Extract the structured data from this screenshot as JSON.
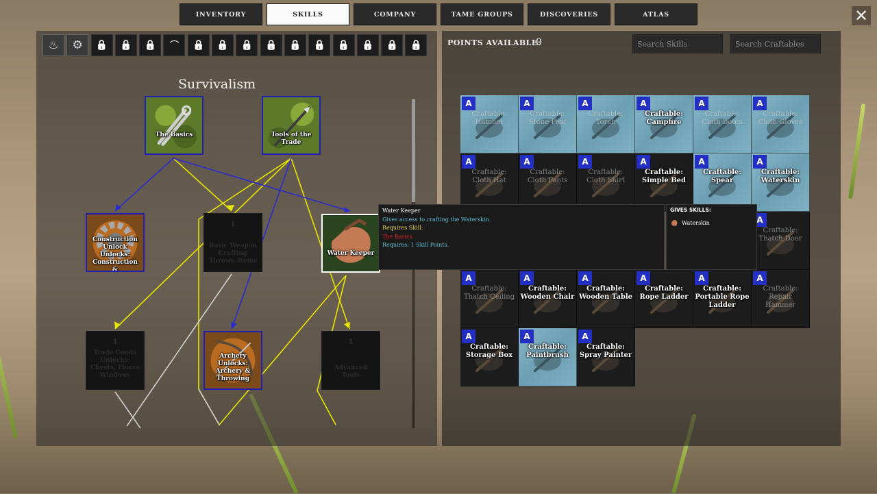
{
  "tabs": [
    {
      "label": "Inventory",
      "active": false
    },
    {
      "label": "Skills",
      "active": true
    },
    {
      "label": "Company",
      "active": false
    },
    {
      "label": "Tame Groups",
      "active": false
    },
    {
      "label": "Discoveries",
      "active": false
    },
    {
      "label": "Atlas",
      "active": false
    }
  ],
  "close_label": "✕",
  "categories": [
    {
      "icon": "campfire-icon",
      "glyph": "♨",
      "state": "active"
    },
    {
      "icon": "gear-skill-icon",
      "glyph": "⚙",
      "state": "active"
    },
    {
      "icon": "lock-icon",
      "glyph": "🔒",
      "state": "locked"
    },
    {
      "icon": "lock-icon",
      "glyph": "🔒",
      "state": "locked"
    },
    {
      "icon": "lock-icon",
      "glyph": "🔒",
      "state": "locked"
    },
    {
      "icon": "bow-icon",
      "glyph": "⌒",
      "state": "locked"
    },
    {
      "icon": "lock-icon",
      "glyph": "🔒",
      "state": "locked"
    },
    {
      "icon": "lock-icon",
      "glyph": "🔒",
      "state": "locked"
    },
    {
      "icon": "lock-icon",
      "glyph": "🔒",
      "state": "locked"
    },
    {
      "icon": "lock-icon",
      "glyph": "🔒",
      "state": "locked"
    },
    {
      "icon": "lock-icon",
      "glyph": "🔒",
      "state": "locked"
    },
    {
      "icon": "lock-icon",
      "glyph": "🔒",
      "state": "locked"
    },
    {
      "icon": "lock-icon",
      "glyph": "🔒",
      "state": "locked"
    },
    {
      "icon": "lock-icon",
      "glyph": "🔒",
      "state": "locked"
    },
    {
      "icon": "lock-icon",
      "glyph": "🔒",
      "state": "locked"
    },
    {
      "icon": "lock-icon",
      "glyph": "🔒",
      "state": "locked"
    }
  ],
  "tree": {
    "title": "Survivalism",
    "nodes": {
      "basics": {
        "label": "The Basics"
      },
      "tools": {
        "label": "Tools of the Trade"
      },
      "construction": {
        "label": "Construction Unlock Unlocks: Construction & Mercantilism"
      },
      "locked1": {
        "num": "1",
        "label": "Basic Weapon Crafting Thrown Items"
      },
      "water": {
        "label": "Water Keeper"
      },
      "locked2": {
        "num": "1",
        "label": "Trade Goods Unlocks: Chests, Floors Windows"
      },
      "archery": {
        "label": "Archery Unlocks: Archery & Throwing"
      },
      "locked3": {
        "num": "1",
        "label": "Advanced Tools"
      }
    }
  },
  "points": {
    "label": "Points Available:",
    "value": "0"
  },
  "search_skills": {
    "placeholder": "Search Skills"
  },
  "search_craftables": {
    "placeholder": "Search Craftables"
  },
  "craftables": [
    {
      "label": "Craftable: Hatchet",
      "state": "learned",
      "hl": false,
      "icon": "hatchet-icon"
    },
    {
      "label": "Craftable: Stone Pick",
      "state": "learned",
      "hl": false,
      "icon": "pick-icon"
    },
    {
      "label": "Craftable: Torch",
      "state": "learned",
      "hl": false,
      "icon": "torch-icon"
    },
    {
      "label": "Craftable: Campfire",
      "state": "learned",
      "hl": true,
      "icon": "campfire-icon"
    },
    {
      "label": "Craftable: Cloth Boots",
      "state": "learned",
      "hl": false,
      "icon": "boots-icon"
    },
    {
      "label": "Craftable: Cloth Gloves",
      "state": "learned",
      "hl": false,
      "icon": "gloves-icon"
    },
    {
      "label": "Craftable: Cloth Hat",
      "state": "unlearned",
      "dim": true,
      "icon": "hat-icon"
    },
    {
      "label": "Craftable: Cloth Pants",
      "state": "unlearned",
      "dim": true,
      "icon": "pants-icon"
    },
    {
      "label": "Craftable: Cloth Shirt",
      "state": "unlearned",
      "dim": true,
      "icon": "shirt-icon"
    },
    {
      "label": "Craftable: Simple Bed",
      "state": "unlearned",
      "dim": false,
      "icon": "bed-icon"
    },
    {
      "label": "Craftable: Spear",
      "state": "learned",
      "hl": true,
      "icon": "spear-icon"
    },
    {
      "label": "Craftable: Waterskin",
      "state": "learned",
      "hl": true,
      "icon": "waterskin-icon"
    },
    {
      "label": "",
      "state": "empty"
    },
    {
      "label": "",
      "state": "empty"
    },
    {
      "label": "",
      "state": "empty"
    },
    {
      "label": "",
      "state": "empty"
    },
    {
      "label": "",
      "state": "empty"
    },
    {
      "label": "Craftable: Thatch Door",
      "state": "unlearned",
      "dim": true,
      "icon": "door-icon"
    },
    {
      "label": "Craftable: Thatch Ceiling",
      "state": "unlearned",
      "dim": true,
      "icon": "ceiling-icon"
    },
    {
      "label": "Craftable: Wooden Chair",
      "state": "unlearned",
      "dim": false,
      "icon": "chair-icon"
    },
    {
      "label": "Craftable: Wooden Table",
      "state": "unlearned",
      "dim": false,
      "icon": "table-icon"
    },
    {
      "label": "Craftable: Rope Ladder",
      "state": "unlearned",
      "dim": false,
      "icon": "ladder-icon"
    },
    {
      "label": "Craftable: Portable Rope Ladder",
      "state": "unlearned",
      "dim": false,
      "icon": "portable-ladder-icon"
    },
    {
      "label": "Craftable: Repair Hammer",
      "state": "unlearned",
      "dim": true,
      "icon": "hammer-icon"
    },
    {
      "label": "Craftable: Storage Box",
      "state": "unlearned",
      "dim": false,
      "icon": "box-icon"
    },
    {
      "label": "Craftable: Paintbrush",
      "state": "learned",
      "hl": true,
      "icon": "paintbrush-icon"
    },
    {
      "label": "Craftable: Spray Painter",
      "state": "unlearned",
      "dim": false,
      "icon": "spray-icon"
    }
  ],
  "tooltip": {
    "title": "Water Keeper",
    "desc": "Gives access to crafting the Waterskin.",
    "requires_label": "Requires Skill:",
    "requires_skill": "The Basics",
    "cost": "Requires: 1 Skill Points."
  },
  "gives": {
    "title": "GIVES SKILLS:",
    "item": "Waterskin"
  },
  "colors": {
    "accent_blue": "#2430c4",
    "node_border": "#1f1fb0",
    "tt_cyan": "#5ec1d6",
    "tt_yellow": "#e8d23a",
    "tt_red": "#e02020",
    "line_yellow": "#e6e600",
    "line_blue": "#2a2ad0",
    "line_gray": "#cfcfcf"
  }
}
